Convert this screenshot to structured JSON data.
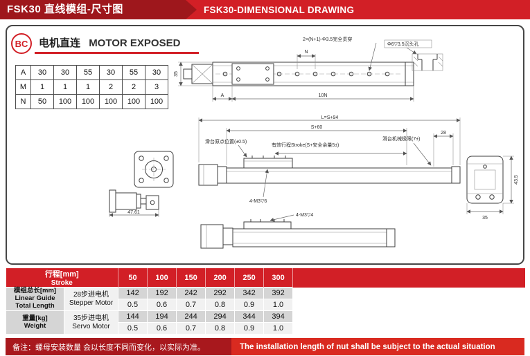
{
  "header": {
    "title_zh": "FSK30 直线模组-尺寸图",
    "title_en": "FSK30-DIMENSIONAL DRAWING"
  },
  "section": {
    "badge": "BC",
    "title_zh": "电机直连",
    "title_en": "MOTOR EXPOSED"
  },
  "param_table": {
    "row_labels": [
      "A",
      "M",
      "N"
    ],
    "rows": [
      [
        "30",
        "30",
        "55",
        "30",
        "55",
        "30"
      ],
      [
        "1",
        "1",
        "1",
        "2",
        "2",
        "3"
      ],
      [
        "50",
        "100",
        "100",
        "100",
        "100",
        "100"
      ]
    ]
  },
  "top_view": {
    "callout1": "2×(N+1)-Φ3.5完全贯穿",
    "callout2": "Φ6▽3.5沉头孔",
    "dim_35": "35",
    "dim_n": "N",
    "dim_a": "A",
    "dim_10n": "10N"
  },
  "side_view": {
    "dim_total": "L=S+94",
    "dim_s60": "S+60",
    "note_origin": "滑台原点位置(±0.5)",
    "note_stroke": "有效行程Stroke(S+安全余量5±)",
    "note_limit": "滑台机械极限(7±)",
    "dim_28": "28",
    "note_holes": "4-M3▽6"
  },
  "motor_view": {
    "dim_4761": "47.61"
  },
  "end_view": {
    "dim_435": "43.5",
    "dim_35": "35"
  },
  "bottom_view": {
    "note_holes": "4-M3▽4"
  },
  "spec_table": {
    "stroke_label_zh": "行程[mm]",
    "stroke_label_en": "Stroke",
    "strokes": [
      "50",
      "100",
      "150",
      "200",
      "250",
      "300"
    ],
    "length_label_zh": "模组总长[mm]",
    "length_label_en1": "Linear Guide",
    "length_label_en2": "Total Length",
    "weight_label_zh": "重量[kg]",
    "weight_label_en": "Weight",
    "motor1_zh": "28步进电机",
    "motor1_en": "Stepper Motor",
    "motor2_zh": "35步进电机",
    "motor2_en": "Servo Motor",
    "motor1_length": [
      "142",
      "192",
      "242",
      "292",
      "342",
      "392"
    ],
    "motor1_weight": [
      "0.5",
      "0.6",
      "0.7",
      "0.8",
      "0.9",
      "1.0"
    ],
    "motor2_length": [
      "144",
      "194",
      "244",
      "294",
      "344",
      "394"
    ],
    "motor2_weight": [
      "0.5",
      "0.6",
      "0.7",
      "0.8",
      "0.9",
      "1.0"
    ]
  },
  "footer": {
    "note_zh": "备注：螺母安装数量 会以长度不同而变化，以实际为准。",
    "note_en": "The installation length of nut shall be subject to the actual situation"
  },
  "colors": {
    "red_bright": "#d21f26",
    "red_dark": "#9e171c",
    "note_left_red": "#a8181d",
    "note_right_red": "#d92a20",
    "table_gray": "#d5d5d5"
  }
}
